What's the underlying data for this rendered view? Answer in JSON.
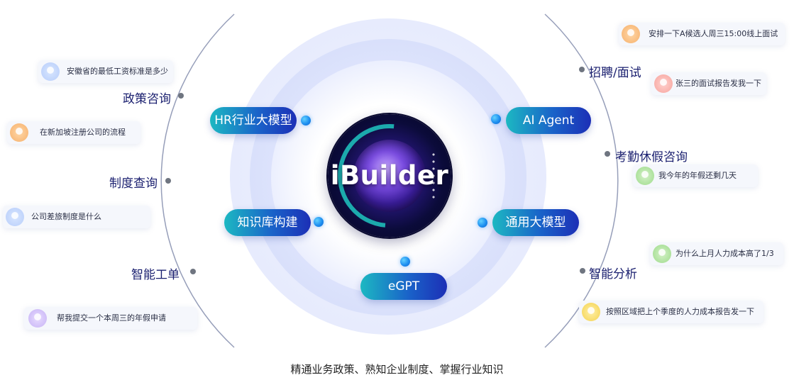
{
  "core": {
    "title": "iBuilder"
  },
  "pills": {
    "hr_model": "HR行业大模型",
    "ai_agent": "AI Agent",
    "knowledge": "知识库构建",
    "general_model": "通用大模型",
    "egpt": "eGPT"
  },
  "left": {
    "policy": {
      "label": "政策咨询",
      "questions": [
        "安徽省的最低工资标准是多少",
        "在新加坡注册公司的流程"
      ]
    },
    "system": {
      "label": "制度查询",
      "questions": [
        "公司差旅制度是什么"
      ]
    },
    "workorder": {
      "label": "智能工单",
      "questions": [
        "帮我提交一个本周三的年假申请"
      ]
    }
  },
  "right": {
    "recruit": {
      "label": "招聘/面试",
      "questions": [
        "安排一下A候选人周三15:00线上面试",
        "张三的面试报告发我一下"
      ]
    },
    "attendance": {
      "label": "考勤休假咨询",
      "questions": [
        "我今年的年假还剩几天"
      ]
    },
    "analysis": {
      "label": "智能分析",
      "questions": [
        "为什么上月人力成本高了1/3",
        "按照区域把上个季度的人力成本报告发一下"
      ]
    }
  },
  "caption": "精通业务政策、熟知企业制度、掌握行业知识",
  "colors": {
    "pill_start": "#1cb8c2",
    "pill_end": "#1c2fb6",
    "category_text": "#1a1f6f",
    "arc": "#7c86a8"
  },
  "icons": {
    "avatar": "user-avatar-icon",
    "bead": "connector-dot-icon"
  }
}
